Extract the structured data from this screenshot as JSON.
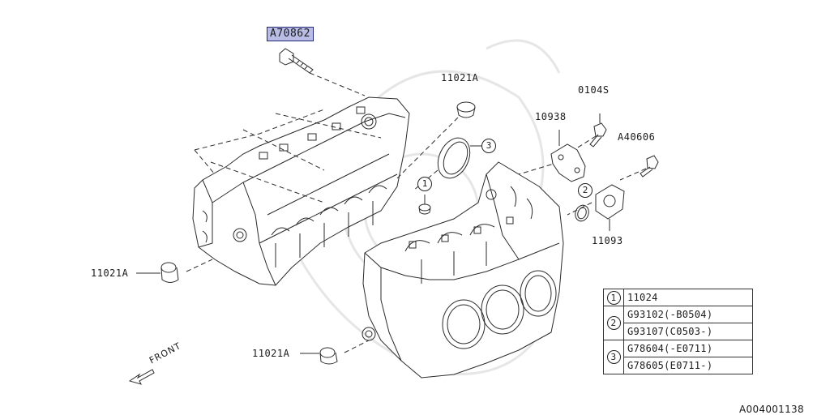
{
  "parts": {
    "bolt_top": "A70862",
    "plug_top": "11021A",
    "bolt_right_top": "0104S",
    "bracket": "10938",
    "bolt_right": "A40606",
    "gasket": "11093",
    "plug_left": "11021A",
    "plug_bottom": "11021A"
  },
  "callouts": {
    "c1": "1",
    "c2": "2",
    "c3": "3"
  },
  "legend": {
    "rows": [
      {
        "num": "1",
        "part": "11024"
      },
      {
        "num": "2",
        "part": "G93102(-B0504)"
      },
      {
        "num": "",
        "part": "G93107(C0503-)"
      },
      {
        "num": "3",
        "part": "G78604(-E0711)"
      },
      {
        "num": "",
        "part": "G78605(E0711-)"
      }
    ]
  },
  "front_label": "FRONT",
  "doc_id": "A004001138",
  "colors": {
    "line": "#2b2b2b",
    "highlight_fill": "#b9bde6",
    "highlight_border": "#23297a"
  }
}
